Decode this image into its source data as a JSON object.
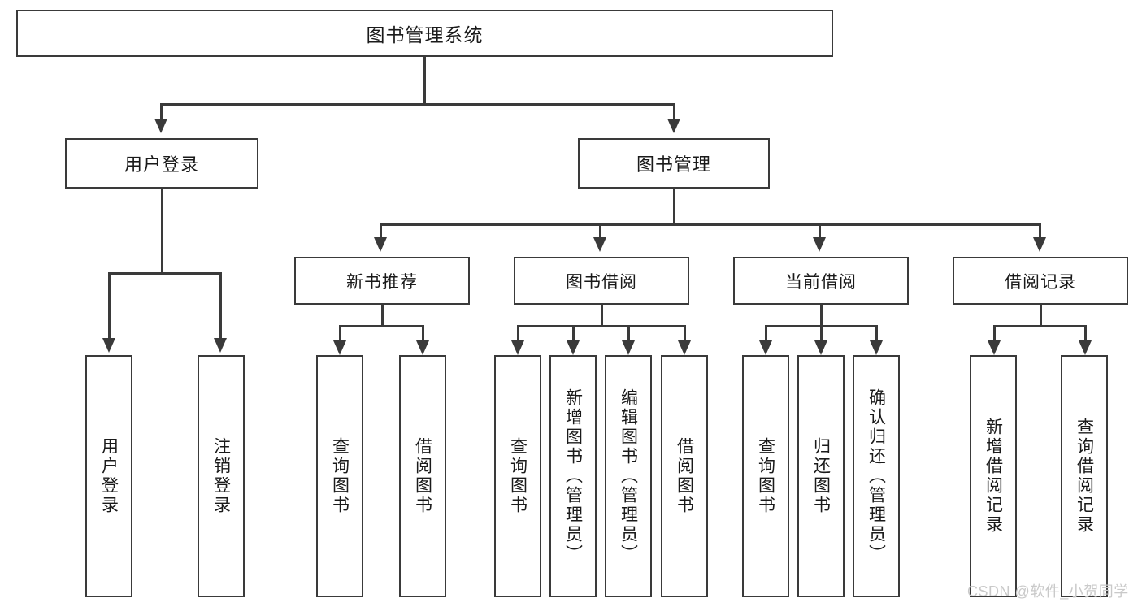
{
  "diagram": {
    "type": "hierarchy-tree",
    "root": {
      "label": "图书管理系统"
    },
    "tier2": [
      {
        "label": "用户登录"
      },
      {
        "label": "图书管理"
      }
    ],
    "tier3": [
      {
        "label": "新书推荐"
      },
      {
        "label": "图书借阅"
      },
      {
        "label": "当前借阅"
      },
      {
        "label": "借阅记录"
      }
    ],
    "leaves": {
      "user_login": [
        {
          "label": "用户登录"
        },
        {
          "label": "注销登录"
        }
      ],
      "new_book": [
        {
          "label": "查询图书"
        },
        {
          "label": "借阅图书"
        }
      ],
      "borrow_book": [
        {
          "label": "查询图书"
        },
        {
          "label": "新增图书（管理员）"
        },
        {
          "label": "编辑图书（管理员）"
        },
        {
          "label": "借阅图书"
        }
      ],
      "current_borrow": [
        {
          "label": "查询图书"
        },
        {
          "label": "归还图书"
        },
        {
          "label": "确认归还（管理员）"
        }
      ],
      "borrow_record": [
        {
          "label": "新增借阅记录"
        },
        {
          "label": "查询借阅记录"
        }
      ]
    }
  },
  "watermark": {
    "text": "CSDN @软件_小贺同学"
  },
  "colors": {
    "border": "#3a3a3a",
    "background": "#ffffff",
    "text": "#1a1a1a",
    "watermark": "#c9c9c9"
  }
}
